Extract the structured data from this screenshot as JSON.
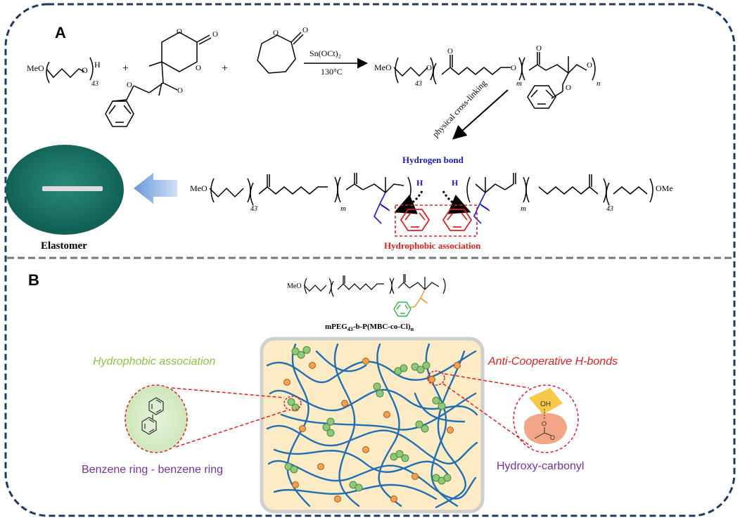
{
  "panel_a": {
    "label": "A",
    "reactant_peg_meo": "MeO",
    "reactant_peg_o": "O",
    "reactant_peg_h": "H",
    "reactant_peg_dp": "43",
    "plus": "+",
    "catalyst": "Sn(OCt)₂",
    "temperature": "130°C",
    "product_meo": "MeO",
    "product_sub_43": "43",
    "product_sub_m": "m",
    "product_sub_n": "n",
    "crosslink_label": "physical cross-linking",
    "hydrogen_bond_label": "Hydrogen bond",
    "hydrophobic_label": "Hydrophobic association",
    "elastomer_label": "Elastomer",
    "network_meo": "MeO",
    "network_ome": "OMe",
    "h_atom": "H",
    "o_atom": "O"
  },
  "panel_b": {
    "label": "B",
    "polymer_name_main": "mPEG",
    "polymer_name_sub": "43",
    "polymer_name_mid": "-b-P(MBC-co-Cl)",
    "polymer_name_n": "n",
    "structure_meo": "MeO",
    "left_caption": "Hydrophobic association",
    "left_sublabel": "Benzene ring - benzene ring",
    "right_caption": "Anti-Cooperative H-bonds",
    "right_sublabel": "Hydroxy-carbonyl",
    "oh_label": "OH",
    "o_label": "O"
  },
  "colors": {
    "frame_border": "#1f3a5f",
    "divider": "#777777",
    "blue_chain": "#1f6fb4",
    "red_highlight": "#e02020",
    "hbond_blue": "#1a1acc",
    "green_text": "#8cc63f",
    "purple_text": "#7b2fa5",
    "network_bg": "#fdebc6",
    "network_border": "#cfcfcf",
    "benzene_green": "#39b54a",
    "carbonyl_orange": "#f7931e",
    "elastomer_disc": "#0f6b5f"
  }
}
